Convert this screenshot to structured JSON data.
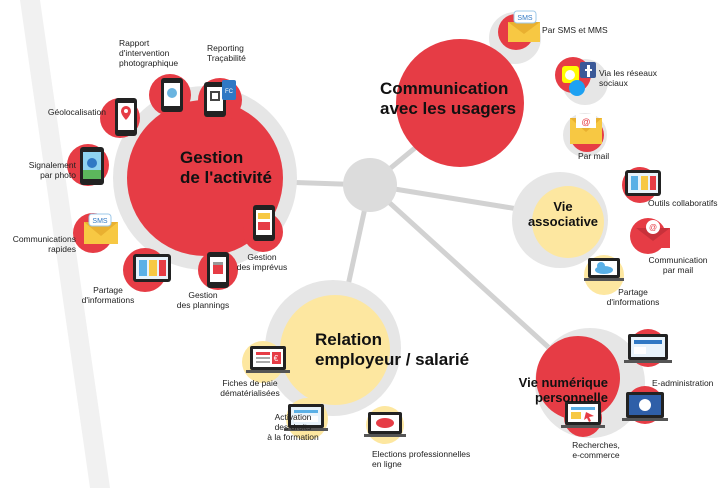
{
  "colors": {
    "red": "#e63c45",
    "yellow": "#fde7a0",
    "grey": "#e6e6e6",
    "hub": "#dcdcdc",
    "line": "#d2d2d2"
  },
  "hubs": {
    "gestion": "Gestion\nde l'activité",
    "communication": "Communication\navec les usagers",
    "associative": "Vie\nassociative",
    "relation": "Relation\nemployeur / salarié",
    "numerique": "Vie numérique\npersonnelle"
  },
  "labels": {
    "rapport": "Rapport\nd'intervention\nphotographique",
    "reporting": "Reporting\nTraçabilité",
    "geolocalisation": "Géolocalisation",
    "signalement": "Signalement\npar photo",
    "communications_rapides": "Communications\nrapides",
    "partage_gestion": "Partage\nd'informations",
    "plannings": "Gestion\ndes plannings",
    "imprevus": "Gestion\ndes imprévus",
    "sms": "Par SMS et MMS",
    "reseaux": "Via les réseaux\nsociaux",
    "mail": "Par mail",
    "outils": "Outils collaboratifs",
    "comm_mail": "Communication\npar mail",
    "partage_asso": "Partage\nd'informations",
    "fiches": "Fiches de paie\ndématérialisées",
    "activation": "Activation\ndes droits\nà la formation",
    "elections": "Elections professionnelles\nen ligne",
    "eadmin": "E-administration",
    "recherches": "Recherches,\ne-commerce"
  },
  "icons": {
    "sms_badge": "SMS",
    "envelope_symbol": "@",
    "euro_symbol": "€",
    "badge_text": "FC"
  }
}
